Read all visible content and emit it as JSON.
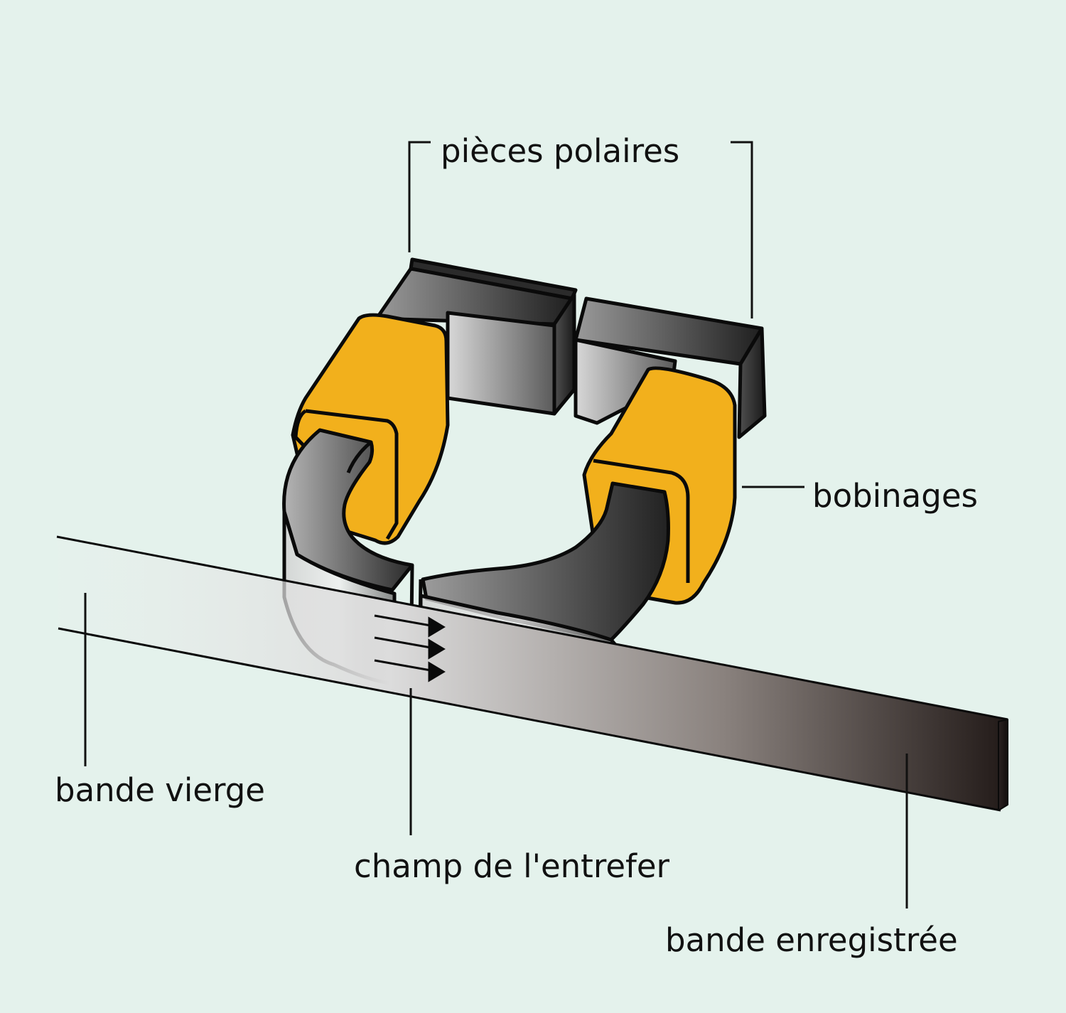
{
  "diagram": {
    "labels": {
      "pieces_polaires": "pièces polaires",
      "bobinages": "bobinages",
      "bande_vierge": "bande vierge",
      "champ_entrefer": "champ de l'entrefer",
      "bande_enregistree": "bande enregistrée"
    },
    "colors": {
      "background": "#e4f2ec",
      "coil": "#f2b01c",
      "core_dark": "#2b2b2b",
      "core_light": "#e6e6e6",
      "tape_light": "#e8e8e8",
      "tape_dark": "#1f1717",
      "outline": "#0a0a0a"
    }
  }
}
